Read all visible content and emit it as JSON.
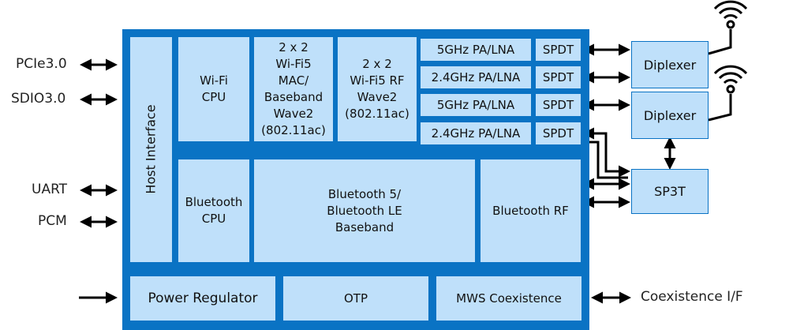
{
  "left_interfaces": {
    "pcie": "PCIe3.0",
    "sdio": "SDIO3.0",
    "uart": "UART",
    "pcm": "PCM"
  },
  "chip": {
    "host_interface": "Host Interface",
    "wifi_cpu": "Wi-Fi\nCPU",
    "wifi_mac": "2 x 2\nWi-Fi5\nMAC/\nBaseband\nWave2\n(802.11ac)",
    "wifi_rf": "2 x 2\nWi-Fi5 RF\nWave2\n(802.11ac)",
    "pa_lna_1": "5GHz PA/LNA",
    "pa_lna_2": "2.4GHz PA/LNA",
    "pa_lna_3": "5GHz PA/LNA",
    "pa_lna_4": "2.4GHz PA/LNA",
    "spdt_1": "SPDT",
    "spdt_2": "SPDT",
    "spdt_3": "SPDT",
    "spdt_4": "SPDT",
    "bt_cpu": "Bluetooth\nCPU",
    "bt_baseband": "Bluetooth 5/\nBluetooth LE\nBaseband",
    "bt_rf": "Bluetooth RF",
    "power_regulator": "Power Regulator",
    "otp": "OTP",
    "mws": "MWS Coexistence"
  },
  "external": {
    "diplexer_1": "Diplexer",
    "diplexer_2": "Diplexer",
    "sp3t": "SP3T"
  },
  "right_interfaces": {
    "coexistence": "Coexistence I/F"
  },
  "colors": {
    "chip_blue": "#0a73c4",
    "block_fill": "#bfe0fa"
  },
  "icons": [
    "antenna-icon",
    "antenna-icon"
  ]
}
